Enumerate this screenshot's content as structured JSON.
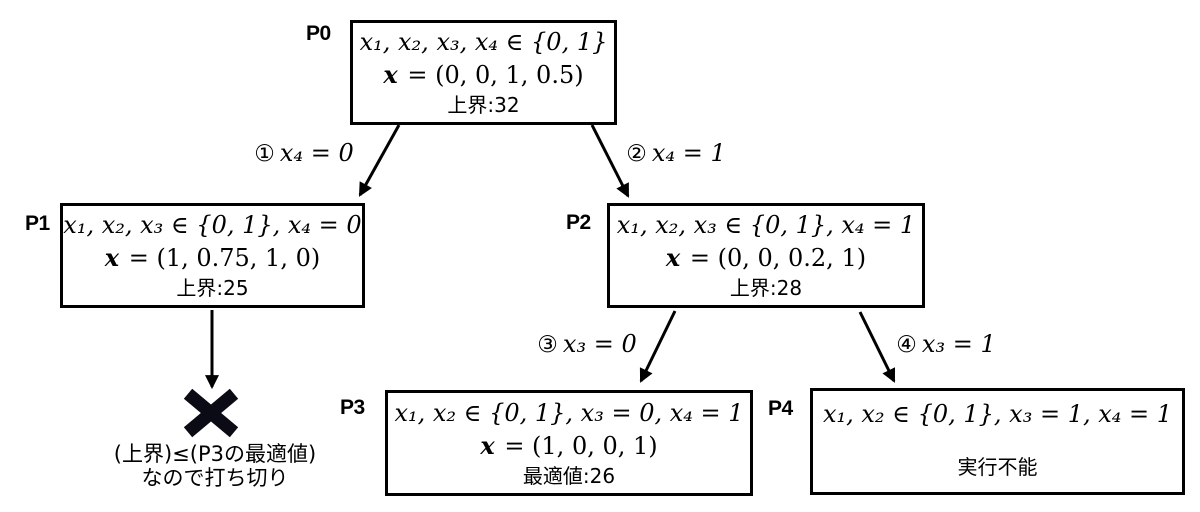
{
  "figure": {
    "type": "branch-and-bound tree",
    "background_color": "#ffffff",
    "line_color": "#000000",
    "prune_mark_color": "#0b0b16"
  },
  "nodes": {
    "p0": {
      "label": "P0",
      "constraint": "x₁, x₂, x₃, x₄ ∈ {0, 1}",
      "vector_lhs": "x",
      "vector_rhs": "= (0, 0, 1, 0.5)",
      "result": "上界:32"
    },
    "p1": {
      "label": "P1",
      "constraint": "x₁, x₂, x₃ ∈ {0, 1}, x₄ = 0",
      "vector_lhs": "x",
      "vector_rhs": "= (1, 0.75, 1, 0)",
      "result": "上界:25"
    },
    "p2": {
      "label": "P2",
      "constraint": "x₁, x₂, x₃ ∈ {0, 1}, x₄ = 1",
      "vector_lhs": "x",
      "vector_rhs": "= (0, 0, 0.2, 1)",
      "result": "上界:28"
    },
    "p3": {
      "label": "P3",
      "constraint": "x₁, x₂ ∈ {0, 1}, x₃ = 0, x₄ = 1",
      "vector_lhs": "x",
      "vector_rhs": "= (1, 0, 0, 1)",
      "result": "最適値:26"
    },
    "p4": {
      "label": "P4",
      "constraint": "x₁, x₂ ∈ {0, 1}, x₃ = 1, x₄ = 1",
      "result": "実行不能"
    }
  },
  "edges": {
    "e1": {
      "number": "①",
      "condition": "x₄ = 0"
    },
    "e2": {
      "number": "②",
      "condition": "x₄ = 1"
    },
    "e3": {
      "number": "③",
      "condition": "x₃ = 0"
    },
    "e4": {
      "number": "④",
      "condition": "x₃ = 1"
    }
  },
  "prune": {
    "mark_icon": "heavy-x-icon",
    "line1": "(上界)≤(P3の最適値)",
    "line2": "なので打ち切り"
  }
}
